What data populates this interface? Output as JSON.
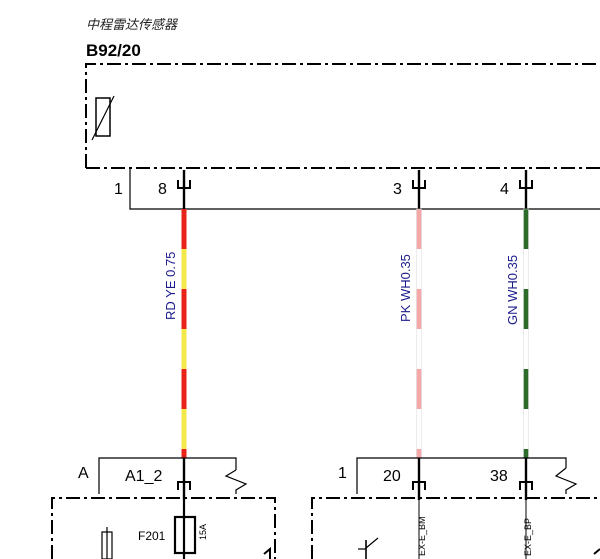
{
  "component": {
    "subtitle": "中程雷达传感器",
    "code": "B92/20"
  },
  "connector_top": {
    "pins": [
      "1",
      "8",
      "3",
      "4"
    ]
  },
  "wires": [
    {
      "label": "RD YE 0.75",
      "colors": [
        "#e8231a",
        "#f5e84a"
      ]
    },
    {
      "label": "PK WH0.35",
      "colors": [
        "#f4a9a8",
        "#ffffff"
      ]
    },
    {
      "label": "GN WH0.35",
      "colors": [
        "#2d6b2a",
        "#ffffff"
      ]
    }
  ],
  "connector_bottom": {
    "group_label": "A",
    "pin_labels": [
      "A1_2",
      "1",
      "20",
      "38"
    ]
  },
  "fuse": {
    "label": "F201",
    "rating": "15A"
  },
  "signals": [
    "EX-E_BM",
    "EX-E_BP"
  ],
  "colors": {
    "line": "#000000",
    "wire_label": "#1a1a8c"
  }
}
